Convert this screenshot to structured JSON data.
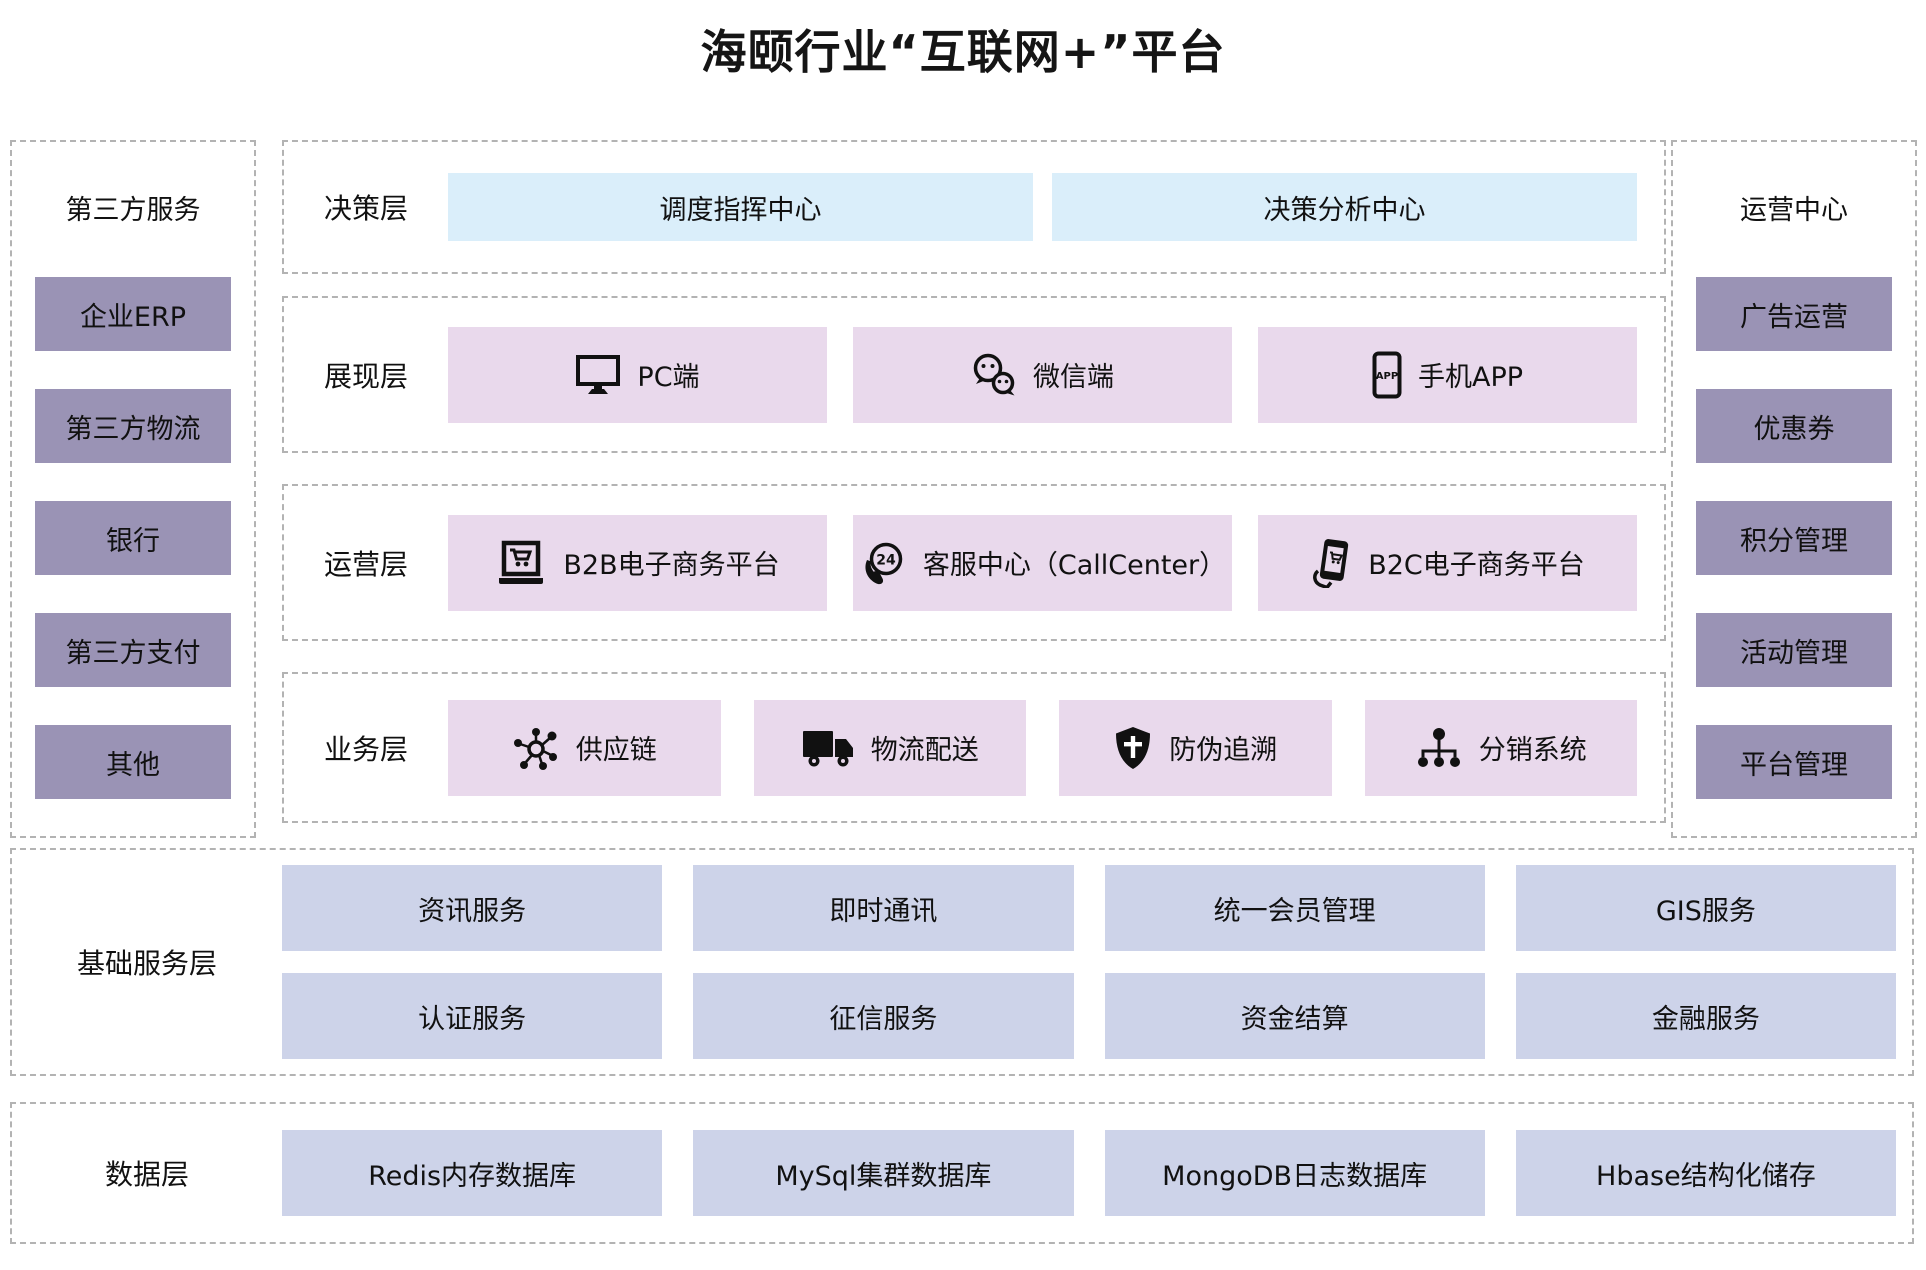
{
  "title": "海颐行业“互联网+”平台",
  "left_panel": {
    "title": "第三方服务",
    "items": [
      {
        "label": "企业ERP"
      },
      {
        "label": "第三方物流"
      },
      {
        "label": "银行"
      },
      {
        "label": "第三方支付"
      },
      {
        "label": "其他"
      }
    ]
  },
  "right_panel": {
    "title": "运营中心",
    "items": [
      {
        "label": "广告运营"
      },
      {
        "label": "优惠券"
      },
      {
        "label": "积分管理"
      },
      {
        "label": "活动管理"
      },
      {
        "label": "平台管理"
      }
    ]
  },
  "layers": [
    {
      "label": "决策层",
      "items": [
        {
          "label": "调度指挥中心"
        },
        {
          "label": "决策分析中心"
        }
      ]
    },
    {
      "label": "展现层",
      "items": [
        {
          "label": "PC端",
          "icon": "pc-monitor-icon"
        },
        {
          "label": "微信端",
          "icon": "wechat-icon"
        },
        {
          "label": "手机APP",
          "icon": "phone-app-icon"
        }
      ]
    },
    {
      "label": "运营层",
      "items": [
        {
          "label": "B2B电子商务平台",
          "icon": "b2b-commerce-icon"
        },
        {
          "label": "客服中心（CallCenter）",
          "icon": "callcenter-24-icon"
        },
        {
          "label": "B2C电子商务平台",
          "icon": "b2c-commerce-icon"
        }
      ]
    },
    {
      "label": "业务层",
      "items": [
        {
          "label": "供应链",
          "icon": "supply-chain-icon"
        },
        {
          "label": "物流配送",
          "icon": "logistics-truck-icon"
        },
        {
          "label": "防伪追溯",
          "icon": "anti-counterfeit-shield-icon"
        },
        {
          "label": "分销系统",
          "icon": "distribution-sitemap-icon"
        }
      ]
    }
  ],
  "base_service_layer": {
    "label": "基础服务层",
    "row1": [
      {
        "label": "资讯服务"
      },
      {
        "label": "即时通讯"
      },
      {
        "label": "统一会员管理"
      },
      {
        "label": "GIS服务"
      }
    ],
    "row2": [
      {
        "label": "认证服务"
      },
      {
        "label": "征信服务"
      },
      {
        "label": "资金结算"
      },
      {
        "label": "金融服务"
      }
    ]
  },
  "data_layer": {
    "label": "数据层",
    "items": [
      {
        "label": "Redis内存数据库"
      },
      {
        "label": "MySql集群数据库"
      },
      {
        "label": "MongoDB日志数据库"
      },
      {
        "label": "Hbase结构化储存"
      }
    ]
  },
  "colors": {
    "side_box": "#9a93b5",
    "decision_box": "#daeefa",
    "pink_box": "#e9d9ec",
    "service_box": "#cdd3e9",
    "dashed_border": "#b3b3b3",
    "text": "#111111"
  }
}
